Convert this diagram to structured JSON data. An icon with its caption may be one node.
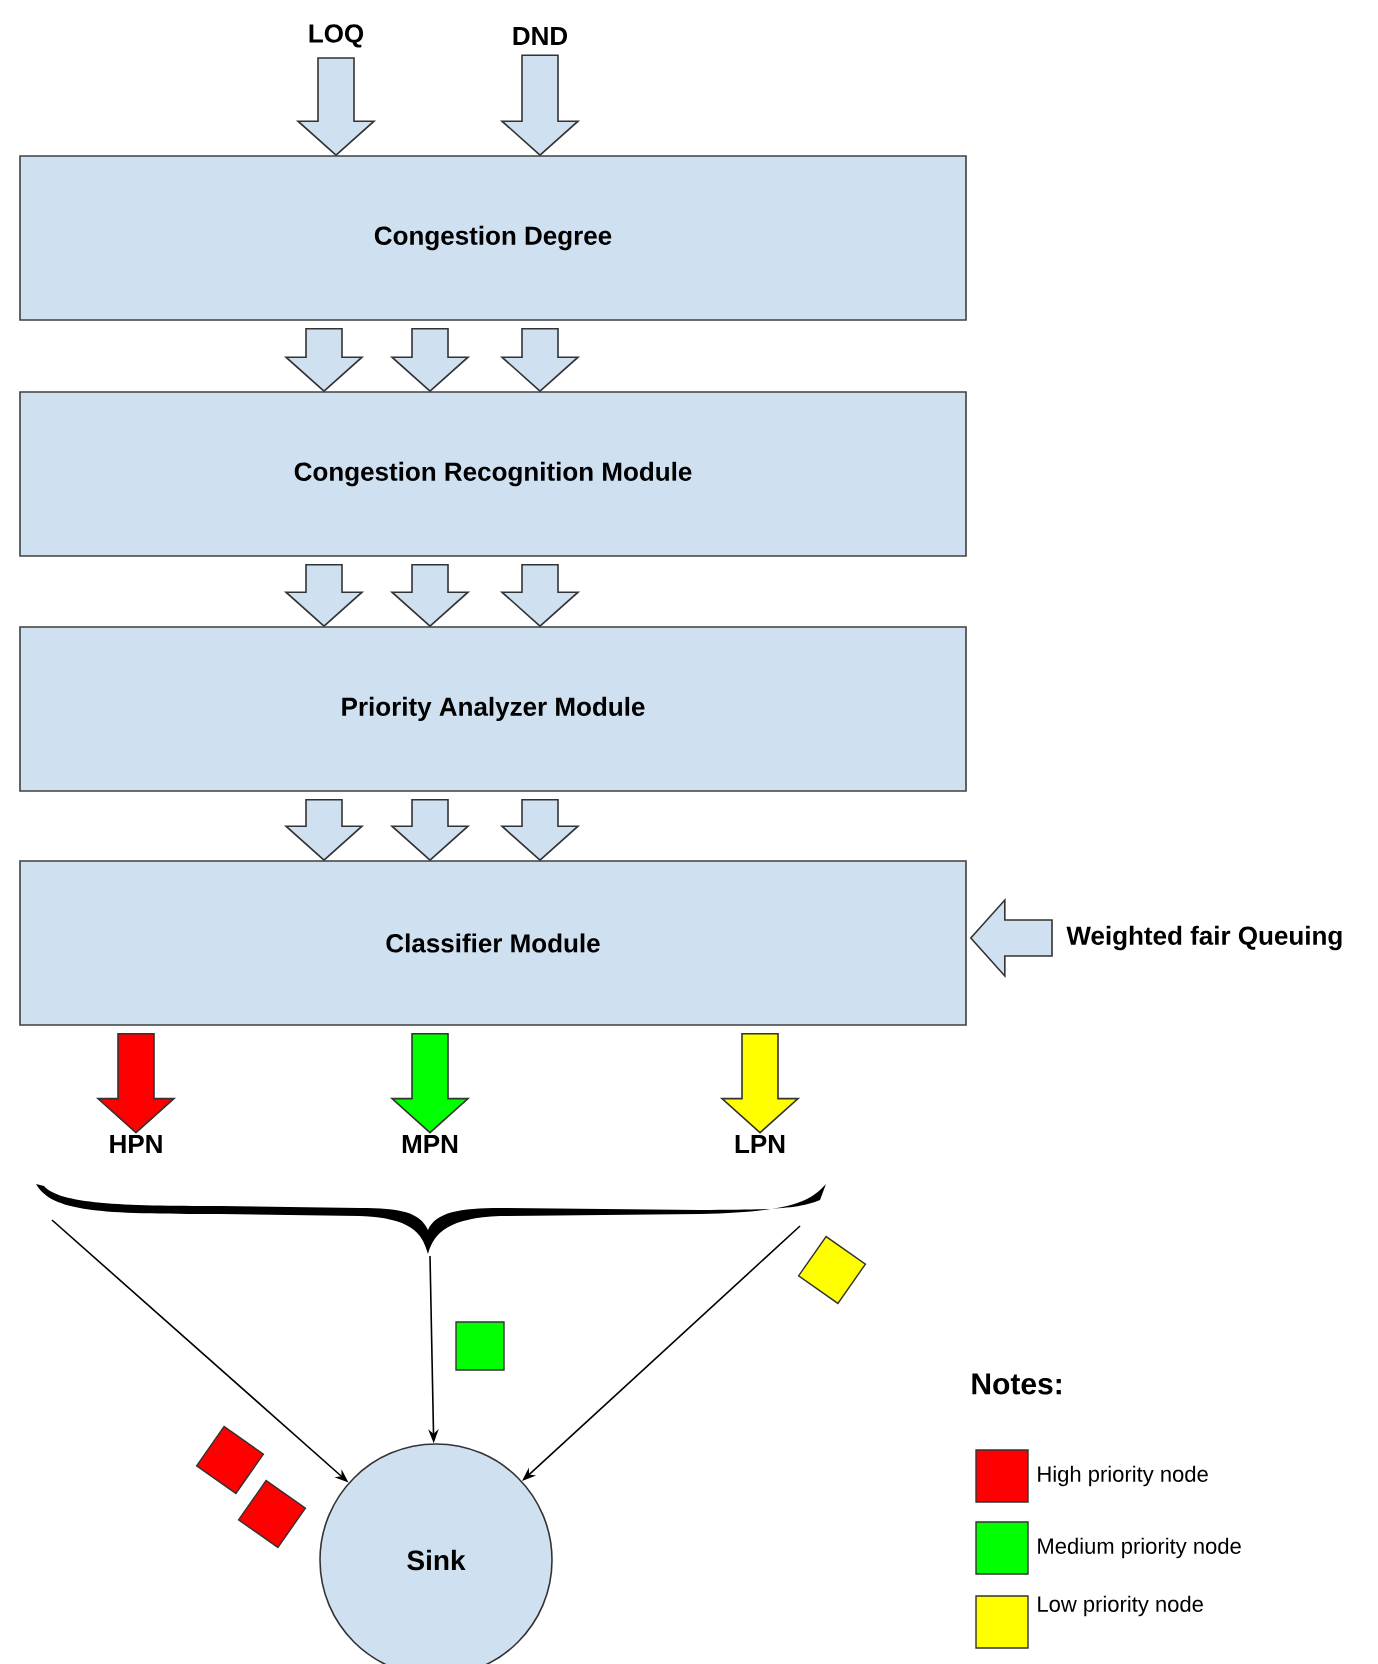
{
  "diagram": {
    "nodes": [
      {
        "text": [
          "LOQ"
        ]
      },
      {
        "text": [
          "DND"
        ]
      },
      {
        "text": [
          "Congestion Degree"
        ]
      },
      {
        "text": [
          "Congestion Recognition Module"
        ]
      },
      {
        "text": [
          "Priority Analyzer Module"
        ]
      },
      {
        "text": [
          "Classifier Module"
        ]
      },
      {
        "text": [
          "Weighted fair Queuing"
        ]
      },
      {
        "text": [
          "HPN"
        ]
      },
      {
        "text": [
          "MPN"
        ]
      },
      {
        "text": [
          "LPN"
        ]
      },
      {
        "text": [],
        "shape": "brace"
      },
      {
        "text": [
          "Sink"
        ]
      }
    ],
    "edges": [
      {
        "from": 0,
        "to": 2,
        "arrow": "to"
      },
      {
        "from": 1,
        "to": 2,
        "arrow": "to"
      },
      {
        "from": 2,
        "to": 3,
        "arrow": "to"
      },
      {
        "from": 2,
        "to": 3,
        "arrow": "to"
      },
      {
        "from": 2,
        "to": 3,
        "arrow": "to"
      },
      {
        "from": 3,
        "to": 4,
        "arrow": "to"
      },
      {
        "from": 3,
        "to": 4,
        "arrow": "to"
      },
      {
        "from": 3,
        "to": 4,
        "arrow": "to"
      },
      {
        "from": 4,
        "to": 5,
        "arrow": "to"
      },
      {
        "from": 4,
        "to": 5,
        "arrow": "to"
      },
      {
        "from": 4,
        "to": 5,
        "arrow": "to"
      },
      {
        "from": 6,
        "to": 5,
        "arrow": "to"
      },
      {
        "from": 5,
        "to": 7,
        "arrow": "to",
        "color": "#ff0000"
      },
      {
        "from": 5,
        "to": 8,
        "arrow": "to",
        "color": "#00ff00"
      },
      {
        "from": 5,
        "to": 9,
        "arrow": "to",
        "color": "#ffff00"
      },
      {
        "from": 10,
        "to": 11,
        "arrow": "to"
      },
      {
        "from": 10,
        "to": 11,
        "arrow": "to"
      },
      {
        "from": 10,
        "to": 11,
        "arrow": "to"
      }
    ],
    "labels": [
      "Notes:"
    ],
    "legend": [
      {
        "text": "High priority node",
        "color": "#ff0000"
      },
      {
        "text": "Medium priority node",
        "color": "#00ff00"
      },
      {
        "text": "Low priority node",
        "color": "#ffff00"
      }
    ]
  }
}
